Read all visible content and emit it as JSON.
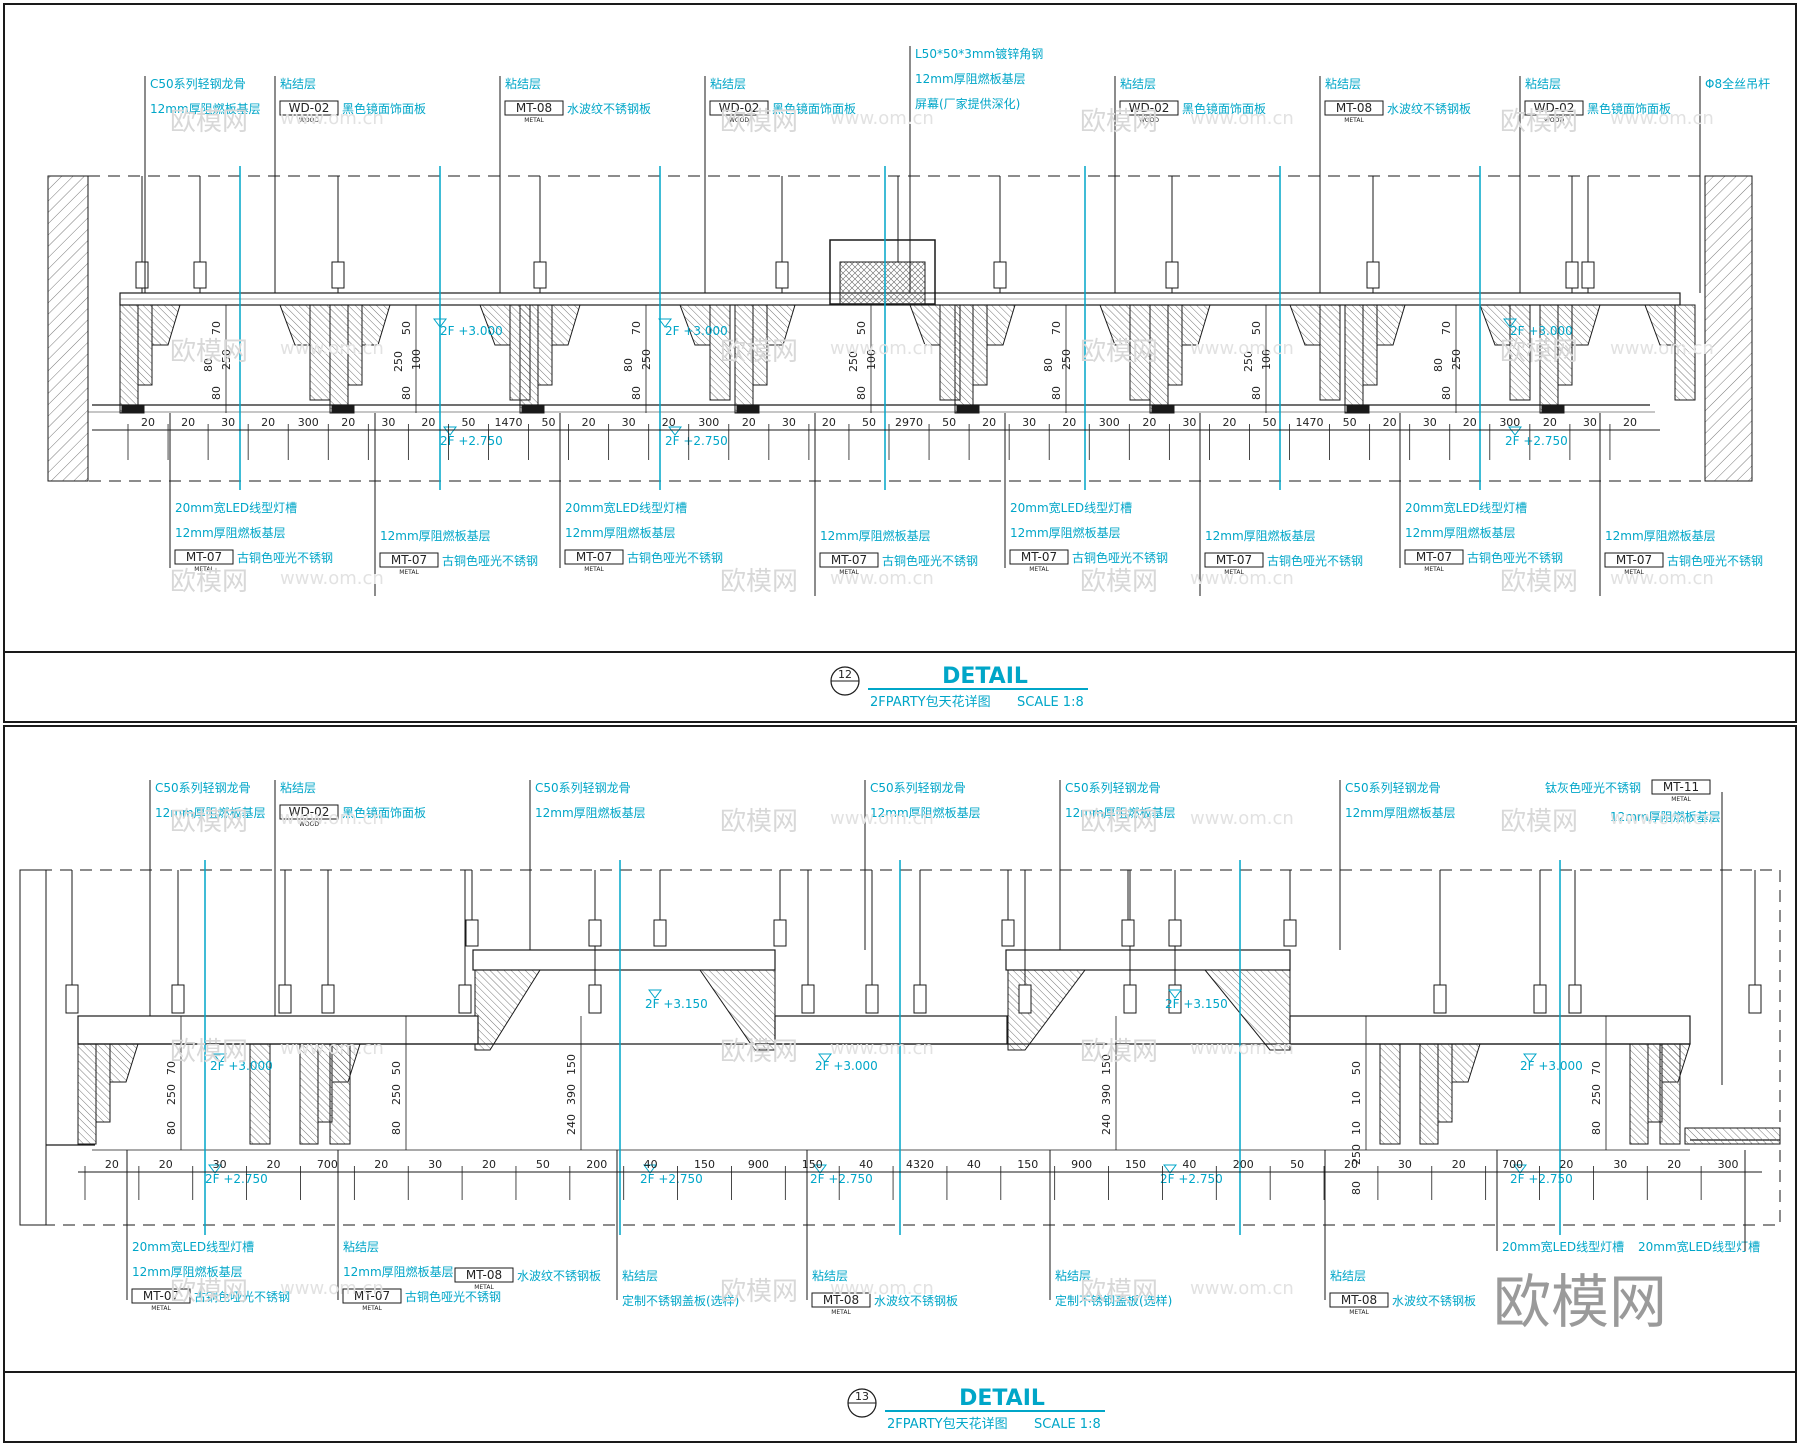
{
  "colors": {
    "annotation": "#00a6c8",
    "line": "#1a1a1a",
    "hatch": "#7a7a7a",
    "watermark": "#d8d8d8"
  },
  "watermark": {
    "text": "欧模网",
    "url": "www.om.cn",
    "brand": "欧模网"
  },
  "detail_top": {
    "number": "12",
    "title": "DETAIL",
    "subtitle": "2FPARTY包天花详图",
    "scale": "SCALE 1:8",
    "top_labels": [
      {
        "a": "C50系列轻钢龙骨",
        "b": "12mm厚阻燃板基层"
      },
      {
        "a": "粘结层",
        "code": "WD-02",
        "sub": "WOOD",
        "desc": "黑色镜面饰面板"
      },
      {
        "a": "粘结层",
        "code": "MT-08",
        "sub": "METAL",
        "desc": "水波纹不锈钢板"
      },
      {
        "a": "粘结层",
        "code": "WD-02",
        "sub": "WOOD",
        "desc": "黑色镜面饰面板"
      },
      {
        "a": "L50*50*3mm镀锌角钢",
        "b": "12mm厚阻燃板基层",
        "c": "屏幕(厂家提供深化)"
      },
      {
        "a": "粘结层",
        "code": "WD-02",
        "sub": "WOOD",
        "desc": "黑色镜面饰面板"
      },
      {
        "a": "粘结层",
        "code": "MT-08",
        "sub": "METAL",
        "desc": "水波纹不锈钢板"
      },
      {
        "a": "粘结层",
        "code": "WD-02",
        "sub": "WOOD",
        "desc": "黑色镜面饰面板"
      },
      {
        "a": "Φ8全丝吊杆"
      }
    ],
    "bottom_labels": [
      {
        "a": "20mm宽LED线型灯槽",
        "b": "12mm厚阻燃板基层",
        "code": "MT-07",
        "sub": "METAL",
        "desc": "古铜色哑光不锈钢"
      },
      {
        "b": "12mm厚阻燃板基层",
        "code": "MT-07",
        "sub": "METAL",
        "desc": "古铜色哑光不锈钢"
      },
      {
        "a": "20mm宽LED线型灯槽",
        "b": "12mm厚阻燃板基层",
        "code": "MT-07",
        "sub": "METAL",
        "desc": "古铜色哑光不锈钢"
      },
      {
        "b": "12mm厚阻燃板基层",
        "code": "MT-07",
        "sub": "METAL",
        "desc": "古铜色哑光不锈钢"
      },
      {
        "a": "20mm宽LED线型灯槽",
        "b": "12mm厚阻燃板基层",
        "code": "MT-07",
        "sub": "METAL",
        "desc": "古铜色哑光不锈钢"
      },
      {
        "b": "12mm厚阻燃板基层",
        "code": "MT-07",
        "sub": "METAL",
        "desc": "古铜色哑光不锈钢"
      },
      {
        "a": "20mm宽LED线型灯槽",
        "b": "12mm厚阻燃板基层",
        "code": "MT-07",
        "sub": "METAL",
        "desc": "古铜色哑光不锈钢"
      },
      {
        "b": "12mm厚阻燃板基层",
        "code": "MT-07",
        "sub": "METAL",
        "desc": "古铜色哑光不锈钢"
      }
    ],
    "levels": [
      "2F +3.000",
      "2F +2.750"
    ],
    "dims_h": [
      "20",
      "20",
      "30",
      "20",
      "300",
      "20",
      "30",
      "20",
      "50",
      "1470",
      "50",
      "20",
      "30",
      "20",
      "300",
      "20",
      "30",
      "20",
      "50",
      "2970",
      "50",
      "20",
      "30",
      "20",
      "300",
      "20",
      "30",
      "20",
      "50",
      "1470",
      "50",
      "20",
      "30",
      "20",
      "300",
      "20",
      "30",
      "20"
    ],
    "dims_v": [
      "70",
      "250",
      "80",
      "80",
      "50",
      "100",
      "80"
    ]
  },
  "detail_bottom": {
    "number": "13",
    "title": "DETAIL",
    "subtitle": "2FPARTY包天花详图",
    "scale": "SCALE 1:8",
    "top_labels": [
      {
        "a": "C50系列轻钢龙骨",
        "b": "12mm厚阻燃板基层"
      },
      {
        "a": "粘结层",
        "code": "WD-02",
        "sub": "WOOD",
        "desc": "黑色镜面饰面板"
      },
      {
        "a": "C50系列轻钢龙骨",
        "b": "12mm厚阻燃板基层"
      },
      {
        "a": "C50系列轻钢龙骨",
        "b": "12mm厚阻燃板基层"
      },
      {
        "a": "C50系列轻钢龙骨",
        "b": "12mm厚阻燃板基层"
      },
      {
        "a": "C50系列轻钢龙骨",
        "b": "12mm厚阻燃板基层"
      },
      {
        "a": "钛灰色哑光不锈钢",
        "code": "MT-11",
        "sub": "METAL",
        "b": "12mm厚阻燃板基层"
      }
    ],
    "bottom_labels": [
      {
        "a": "20mm宽LED线型灯槽",
        "b": "12mm厚阻燃板基层",
        "code": "MT-07",
        "sub": "METAL",
        "desc": "古铜色哑光不锈钢"
      },
      {
        "a": "粘结层",
        "b": "12mm厚阻燃板基层",
        "code": "MT-07",
        "sub": "METAL",
        "desc": "古铜色哑光不锈钢"
      },
      {
        "code": "MT-08",
        "sub": "METAL",
        "desc": "水波纹不锈钢板"
      },
      {
        "a": "粘结层",
        "b": "定制不锈钢盖板(选样)"
      },
      {
        "a": "粘结层",
        "code": "MT-08",
        "sub": "METAL",
        "desc": "水波纹不锈钢板"
      },
      {
        "a": "粘结层",
        "b": "定制不锈钢盖板(选样)"
      },
      {
        "a": "粘结层",
        "code": "MT-08",
        "sub": "METAL",
        "desc": "水波纹不锈钢板"
      },
      {
        "a": "20mm宽LED线型灯槽",
        "b": "20mm宽LED线型灯槽"
      }
    ],
    "levels": [
      "2F +3.000",
      "2F +2.750",
      "2F +3.150"
    ],
    "dims_h": [
      "20",
      "20",
      "30",
      "20",
      "700",
      "20",
      "30",
      "20",
      "50",
      "200",
      "40",
      "150",
      "900",
      "150",
      "40",
      "4320",
      "40",
      "150",
      "900",
      "150",
      "40",
      "200",
      "50",
      "20",
      "30",
      "20",
      "700",
      "20",
      "30",
      "20",
      "300"
    ],
    "dims_v": [
      "70",
      "250",
      "80",
      "50",
      "250",
      "150",
      "390",
      "240",
      "50",
      "10",
      "10",
      "80"
    ]
  }
}
